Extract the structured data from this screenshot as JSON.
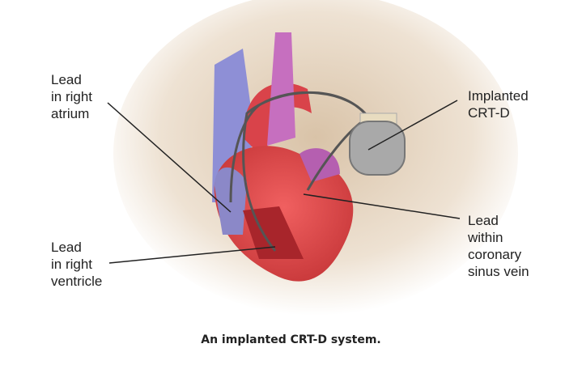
{
  "labels": {
    "right_atrium": "Lead\nin right\natrium",
    "right_ventricle": "Lead\nin right\nventricle",
    "crt_d": "Implanted\nCRT-D",
    "coronary_sinus": "Lead\nwithin\ncoronary\nsinus vein"
  },
  "caption": "An implanted CRT-D system."
}
